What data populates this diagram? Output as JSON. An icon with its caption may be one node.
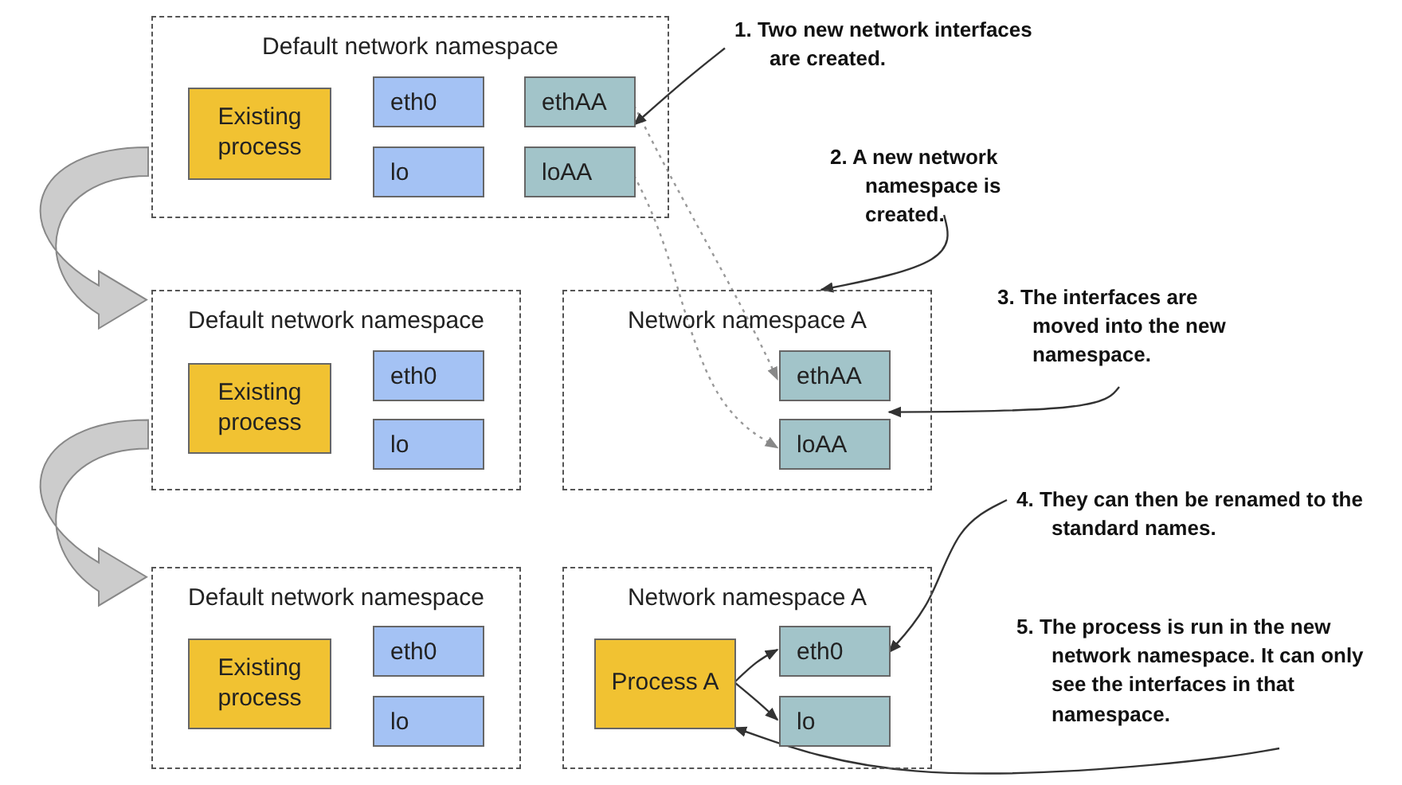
{
  "diagram": {
    "nodes": [
      {
        "text": [
          "Default network namespace"
        ]
      },
      {
        "text": [
          "Existing process"
        ],
        "in": 0
      },
      {
        "text": [
          "eth0"
        ],
        "in": 0
      },
      {
        "text": [
          "ethAA"
        ],
        "in": 0
      },
      {
        "text": [
          "lo"
        ],
        "in": 0
      },
      {
        "text": [
          "loAA"
        ],
        "in": 0
      },
      {
        "text": [
          "Default network namespace"
        ]
      },
      {
        "text": [
          "Existing process"
        ],
        "in": 6
      },
      {
        "text": [
          "eth0"
        ],
        "in": 6
      },
      {
        "text": [
          "lo"
        ],
        "in": 6
      },
      {
        "text": [
          "Network namespace A"
        ]
      },
      {
        "text": [
          "ethAA"
        ],
        "in": 10
      },
      {
        "text": [
          "loAA"
        ],
        "in": 10
      },
      {
        "text": [
          "Default network namespace"
        ]
      },
      {
        "text": [
          "Existing process"
        ],
        "in": 13
      },
      {
        "text": [
          "eth0"
        ],
        "in": 13
      },
      {
        "text": [
          "lo"
        ],
        "in": 13
      },
      {
        "text": [
          "Network namespace A"
        ]
      },
      {
        "text": [
          "Process A"
        ],
        "in": 17
      },
      {
        "text": [
          "eth0"
        ],
        "in": 17
      },
      {
        "text": [
          "lo"
        ],
        "in": 17
      },
      {
        "text": [
          "1. Two new network interfaces are created."
        ]
      },
      {
        "text": [
          "2. A new network namespace is created."
        ]
      },
      {
        "text": [
          "3. The interfaces are moved into the new namespace."
        ]
      },
      {
        "text": [
          "4. They can then be renamed to the standard names."
        ]
      },
      {
        "text": [
          "5. The process is run in the new network namespace. It can only see the interfaces in that namespace."
        ]
      }
    ],
    "edges": [
      {
        "from": 0,
        "to": 6,
        "arrow": "to",
        "style": "thick",
        "color": "#cccccc"
      },
      {
        "from": 6,
        "to": 13,
        "arrow": "to",
        "style": "thick",
        "color": "#cccccc"
      },
      {
        "from": 3,
        "to": 11,
        "arrow": "to",
        "style": "dashed",
        "color": "#999999"
      },
      {
        "from": 5,
        "to": 12,
        "arrow": "to",
        "style": "dashed",
        "color": "#999999"
      },
      {
        "from": 18,
        "to": 19,
        "arrow": "to"
      },
      {
        "from": 18,
        "to": 20,
        "arrow": "to"
      },
      {
        "from": 21,
        "to": 3,
        "arrow": "to"
      },
      {
        "from": 22,
        "to": 10,
        "arrow": "to"
      },
      {
        "from": 23,
        "to": 12,
        "arrow": "to"
      },
      {
        "from": 24,
        "to": 19,
        "arrow": "to"
      },
      {
        "from": 25,
        "to": 18,
        "arrow": "to"
      }
    ]
  }
}
